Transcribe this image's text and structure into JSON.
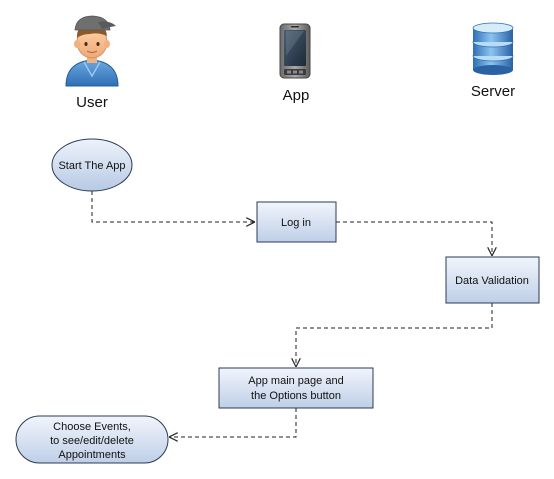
{
  "lanes": {
    "user": {
      "label": "User",
      "icon": "user-avatar-icon"
    },
    "app": {
      "label": "App",
      "icon": "smartphone-icon"
    },
    "server": {
      "label": "Server",
      "icon": "database-server-icon"
    }
  },
  "nodes": {
    "start": {
      "lines": [
        "Start The App"
      ],
      "shape": "ellipse"
    },
    "login": {
      "lines": [
        "Log in"
      ],
      "shape": "rectangle"
    },
    "validation": {
      "lines": [
        "Data Validation"
      ],
      "shape": "rectangle"
    },
    "main_page": {
      "lines": [
        "App main page and",
        "the Options button"
      ],
      "shape": "rectangle"
    },
    "choose": {
      "lines": [
        "Choose Events,",
        "to see/edit/delete",
        "Appointments"
      ],
      "shape": "rounded-terminal"
    }
  },
  "edges": [
    {
      "from": "start",
      "to": "login"
    },
    {
      "from": "login",
      "to": "validation"
    },
    {
      "from": "validation",
      "to": "main_page"
    },
    {
      "from": "main_page",
      "to": "choose"
    }
  ],
  "colors": {
    "node_fill_light": "#eef3fb",
    "node_fill_dark": "#bccde6",
    "node_stroke": "#2b3a55",
    "connector": "#222222"
  }
}
